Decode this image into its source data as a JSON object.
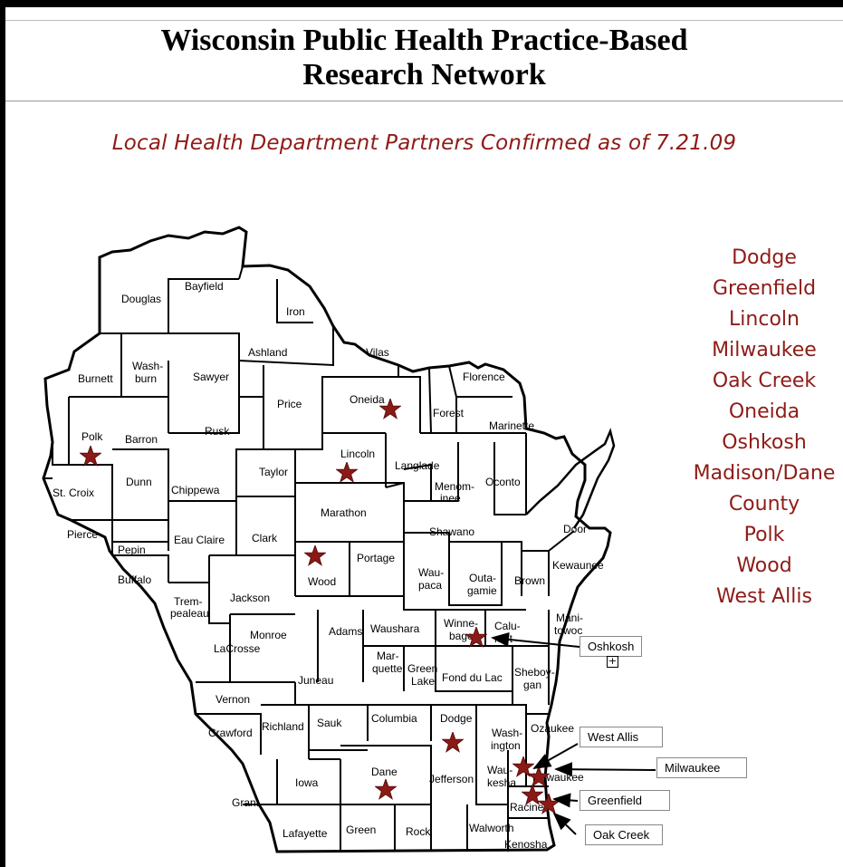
{
  "header": {
    "title_line1": "Wisconsin Public Health Practice-Based",
    "title_line2": "Research Network"
  },
  "subtitle": "Local Health Department Partners Confirmed as of 7.21.09",
  "partners": [
    "Dodge",
    "Greenfield",
    "Lincoln",
    "Milwaukee",
    "Oak Creek",
    "Oneida",
    "Oshkosh",
    "Madison/Dane",
    "County",
    "Polk",
    "Wood",
    "West Allis"
  ],
  "colors": {
    "accent": "#8e1b17",
    "star": "#8b1a16",
    "map_line": "#000000"
  },
  "counties": [
    "Douglas",
    "Bayfield",
    "Iron",
    "Ashland",
    "Vilas",
    "Florence",
    "Wash-",
    "burn",
    "Burnett",
    "Sawyer",
    "Price",
    "Oneida",
    "Forest",
    "Marinette",
    "Polk",
    "Barron",
    "Rusk",
    "Lincoln",
    "Langlade",
    "Taylor",
    "St. Croix",
    "Dunn",
    "Chippewa",
    "Menom-",
    "inee",
    "Oconto",
    "Marathon",
    "Shawano",
    "Door",
    "Pierce",
    "Pepin",
    "Eau Claire",
    "Clark",
    "Wood",
    "Portage",
    "Wau-",
    "paca",
    "Outa-",
    "gamie",
    "Brown",
    "Kewaunee",
    "Buffalo",
    "Trem-",
    "pealeau",
    "Jackson",
    "Mani-",
    "towoc",
    "Calu-",
    "met",
    "Winne-",
    "bago",
    "Waushara",
    "Adams",
    "Monroe",
    "LaCrosse",
    "Mar-",
    "quette",
    "Green",
    "Lake",
    "Fond du Lac",
    "Sheboy-",
    "gan",
    "Juneau",
    "Vernon",
    "Columbia",
    "Dodge",
    "Wash-",
    "ington",
    "Ozaukee",
    "Sauk",
    "Richland",
    "Crawford",
    "Wau-",
    "kesha",
    "Milwaukee",
    "Iowa",
    "Dane",
    "Jefferson",
    "Racine",
    "Grant",
    "Lafayette",
    "Green",
    "Rock",
    "Walworth",
    "Kenosha"
  ],
  "callouts": {
    "oshkosh": "Oshkosh",
    "west_allis": "West Allis",
    "milwaukee": "Milwaukee",
    "greenfield": "Greenfield",
    "oak_creek": "Oak Creek"
  }
}
